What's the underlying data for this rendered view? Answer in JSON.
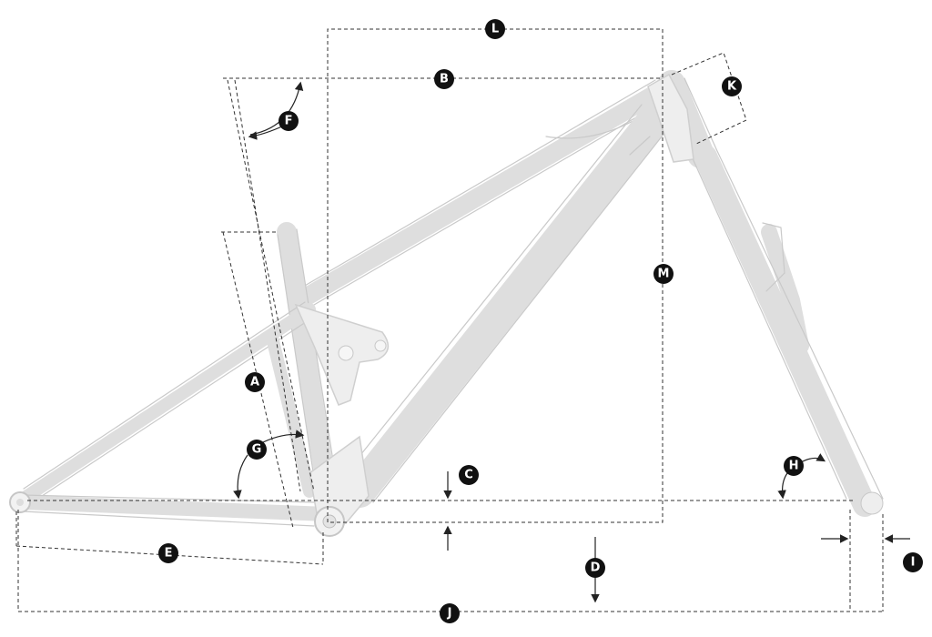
{
  "measurement_labels": {
    "A": "A",
    "B": "B",
    "C": "C",
    "D": "D",
    "E": "E",
    "F": "F",
    "G": "G",
    "H": "H",
    "I": "I",
    "J": "J",
    "K": "K",
    "L": "L",
    "M": "M"
  },
  "colors": {
    "frame_fill": "#eeeeee",
    "frame_outline": "#cfcfcf",
    "dimension_line": "#333333",
    "badge_fill": "#111111",
    "badge_text": "#ffffff"
  }
}
